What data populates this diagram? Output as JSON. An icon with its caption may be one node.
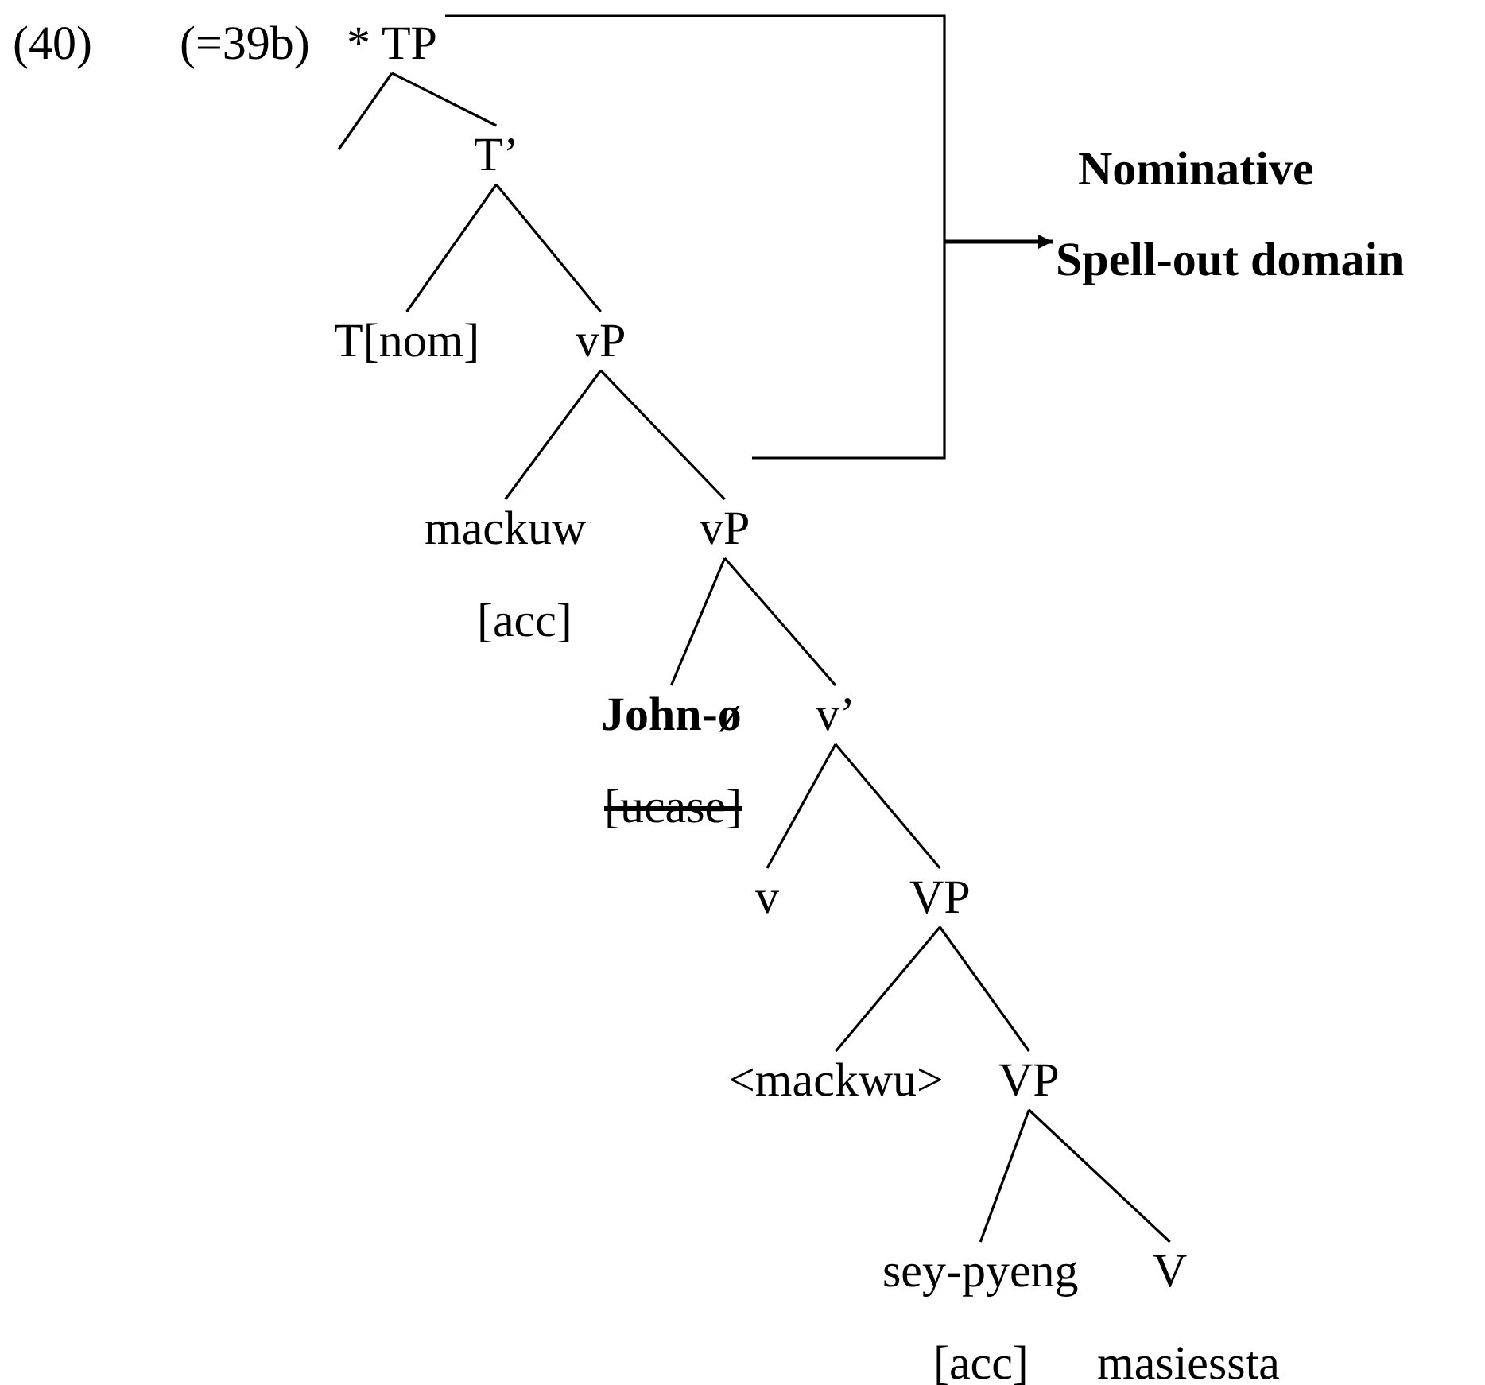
{
  "diagram": {
    "nodes": [
      {
        "text": [
          "* TP"
        ]
      },
      {
        "text": [
          "T’"
        ]
      },
      {
        "text": [
          "T[nom]"
        ]
      },
      {
        "text": [
          "vP"
        ]
      },
      {
        "text": [
          "mackuw",
          "[acc]"
        ]
      },
      {
        "text": [
          "vP"
        ]
      },
      {
        "text": [
          "John-ø",
          "[ucase]"
        ]
      },
      {
        "text": [
          "v’"
        ]
      },
      {
        "text": [
          "v"
        ]
      },
      {
        "text": [
          "VP"
        ]
      },
      {
        "text": [
          "<mackwu>"
        ]
      },
      {
        "text": [
          "VP"
        ]
      },
      {
        "text": [
          "sey-pyeng",
          "[acc]"
        ]
      },
      {
        "text": [
          "V",
          "masiessta"
        ]
      },
      {
        "text": [
          "Nominative Spell-out domain"
        ]
      }
    ],
    "edges": [
      {
        "from": 0,
        "to": null,
        "arrow": "none"
      },
      {
        "from": 0,
        "to": 1,
        "arrow": "none"
      },
      {
        "from": 1,
        "to": 2,
        "arrow": "none"
      },
      {
        "from": 1,
        "to": 3,
        "arrow": "none"
      },
      {
        "from": 3,
        "to": 4,
        "arrow": "none"
      },
      {
        "from": 3,
        "to": 5,
        "arrow": "none"
      },
      {
        "from": 5,
        "to": 6,
        "arrow": "none"
      },
      {
        "from": 5,
        "to": 7,
        "arrow": "none"
      },
      {
        "from": 7,
        "to": 8,
        "arrow": "none"
      },
      {
        "from": 7,
        "to": 9,
        "arrow": "none"
      },
      {
        "from": 9,
        "to": 10,
        "arrow": "none"
      },
      {
        "from": 9,
        "to": 11,
        "arrow": "none"
      },
      {
        "from": 11,
        "to": 12,
        "arrow": "none"
      },
      {
        "from": 11,
        "to": 13,
        "arrow": "none"
      },
      {
        "from": null,
        "to": 14,
        "arrow": "to"
      }
    ],
    "labels": [
      "(40)",
      "(=39b)"
    ]
  }
}
